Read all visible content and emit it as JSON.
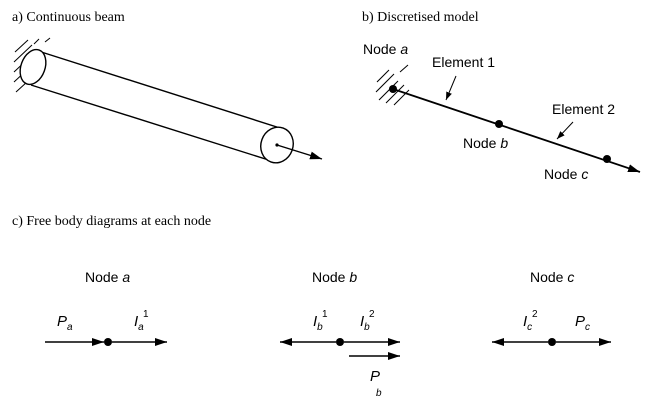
{
  "panels": {
    "a_title": "a) Continuous beam",
    "b_title": "b) Discretised model",
    "c_title": "c) Free body diagrams at each node"
  },
  "model": {
    "node_word": "Node",
    "node_a_letter": "a",
    "node_b_letter": "b",
    "node_c_letter": "c",
    "element_1": "Element 1",
    "element_2": "Element 2"
  },
  "fbd": {
    "node_word": "Node",
    "a": {
      "letter": "a",
      "force_main": "P",
      "force_sub": "a",
      "internal_main": "I",
      "internal_sub": "a",
      "internal_sup": "1"
    },
    "b": {
      "letter": "b",
      "left_main": "I",
      "left_sub": "b",
      "left_sup": "1",
      "right_main": "I",
      "right_sub": "b",
      "right_sup": "2",
      "force_main": "P",
      "force_sub": "b"
    },
    "c": {
      "letter": "c",
      "internal_main": "I",
      "internal_sub": "c",
      "internal_sup": "2",
      "force_main": "P",
      "force_sub": "c"
    }
  }
}
